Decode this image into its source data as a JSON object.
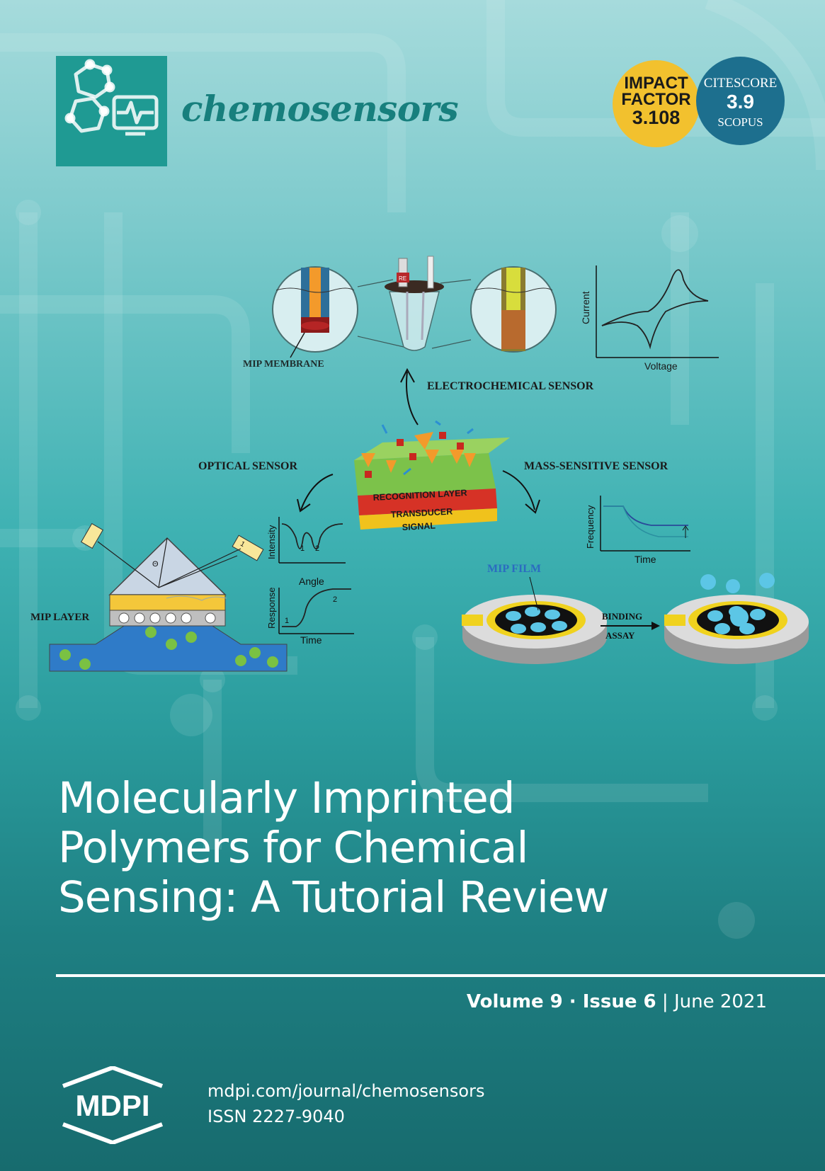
{
  "journal": {
    "name": "chemosensors",
    "impact_factor_label_1": "IMPACT",
    "impact_factor_label_2": "FACTOR",
    "impact_factor_value": "3.108",
    "citescore_label": "CITESCORE",
    "citescore_value": "3.9",
    "citescore_source": "SCOPUS"
  },
  "figure": {
    "electrochemical_label": "ELECTROCHEMICAL SENSOR",
    "optical_label": "OPTICAL SENSOR",
    "mass_label": "MASS-SENSITIVE SENSOR",
    "mip_membrane": "MIP MEMBRANE",
    "mip_layer": "MIP LAYER",
    "mip_film": "MIP FILM",
    "binding": "BINDING",
    "assay": "ASSAY",
    "recognition_layer": "RECOGNITION LAYER",
    "transducer": "TRANSDUCER",
    "signal": "SIGNAL",
    "cv_xlabel": "Voltage",
    "cv_ylabel": "Current",
    "angle_xlabel": "Angle",
    "angle_ylabel": "Intensity",
    "response_xlabel": "Time",
    "response_ylabel": "Response",
    "freq_xlabel": "Time",
    "freq_ylabel": "Frequency",
    "curve_1": "1",
    "curve_2": "2",
    "re_label": "RE",
    "theta": "Θ"
  },
  "title_lines": [
    "Molecularly Imprinted",
    "Polymers for Chemical",
    "Sensing: A Tutorial Review"
  ],
  "issue": {
    "volume": "Volume 9",
    "separator": " · ",
    "issue": "Issue 6",
    "divider": " | ",
    "date": "June 2021"
  },
  "publisher": {
    "name": "MDPI",
    "url": "mdpi.com/journal/chemosensors",
    "issn": "ISSN 2227-9040"
  },
  "colors": {
    "brand_teal": "#1f9a93",
    "impact_yellow": "#f2c12e",
    "citescore_blue": "#1d6f8e"
  }
}
